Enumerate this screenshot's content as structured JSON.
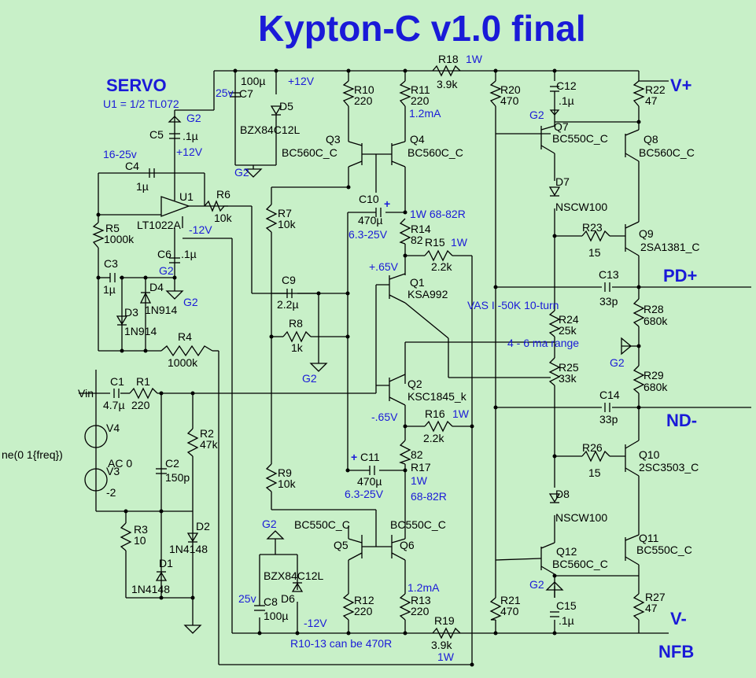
{
  "title": "Kypton-C v1.0 final",
  "servo": {
    "heading": "SERVO",
    "note": "U1 = 1/2 TL072"
  },
  "labels": {
    "r10": "R10",
    "r10v": "220",
    "r11": "R11",
    "r11v": "220",
    "r11i": "1.2mA",
    "r18": "R18",
    "r18w": "1W",
    "r18v": "3.9k",
    "r20": "R20",
    "r20v": "470",
    "c12": "C12",
    "c12v": ".1µ",
    "r22": "R22",
    "r22v": "47",
    "vplus": "V+",
    "c7v": "100µ",
    "c7": "C7",
    "c7tag": "25v",
    "plus12a": "+12V",
    "d5": "D5",
    "d5v": "BZX84C12L",
    "g2": "G2",
    "c5": "C5",
    "c5v": ".1µ",
    "plus12b": "+12V",
    "q3": "Q3",
    "q3v": "BC560C_C",
    "q4": "Q4",
    "q4v": "BC560C_C",
    "q7": "Q7",
    "q7v": "BC550C_C",
    "q8": "Q8",
    "q8v": "BC560C_C",
    "tag1625": "16-25v",
    "c4": "C4",
    "c4v": "1µ",
    "u1": "U1",
    "u1v": "LT1022A",
    "r6": "R6",
    "r6v": "10k",
    "minus12": "-12V",
    "r5": "R5",
    "r5v": "1000k",
    "r7": "R7",
    "r7v": "10k",
    "c10": "C10",
    "c10v": "470µ",
    "c10tag": "6.3-25V",
    "plus": "+",
    "r14": "R14",
    "r14v": "82",
    "r14w": "1W  68-82R",
    "r15": "R15",
    "r15w": "1W",
    "r15v": "2.2k",
    "d7": "D7",
    "d7v": "NSCW100",
    "r23": "R23",
    "r23v": "15",
    "q9": "Q9",
    "q9v": "2SA1381_C",
    "c6": "C6",
    "c6v": ".1µ",
    "c3": "C3",
    "c3v": "1µ",
    "d4": "D4",
    "d4v": "1N914",
    "d3": "D3",
    "d3v": "1N914",
    "c9": "C9",
    "c9v": "2.2µ",
    "r8": "R8",
    "r8v": "1k",
    "q1": "Q1",
    "q1v": "KSA992",
    "plus65": "+.65V",
    "c13": "C13",
    "c13v": "33p",
    "pd": "PD+",
    "vas": "VAS I -50K 10-turn",
    "r24": "R24",
    "r24v": "25k",
    "range": "4 - 6 ma range",
    "r28": "R28",
    "r28v": "680k",
    "r4": "R4",
    "r4v": "1000k",
    "r25": "R25",
    "r25v": "33k",
    "r29": "R29",
    "r29v": "680k",
    "vin": "Vin",
    "c1": "C1",
    "c1v": "4.7µ",
    "r1": "R1",
    "r1v": "220",
    "q2": "Q2",
    "q2v": "KSC1845_k",
    "minus65": "-.65V",
    "c14": "C14",
    "c14v": "33p",
    "nd": "ND-",
    "r16": "R16",
    "r16w": "1W",
    "r16v": "2.2k",
    "r2": "R2",
    "r2v": "47k",
    "v4": "V4",
    "v3": "V3",
    "acv": "AC 0",
    "v3v": "-2",
    "sinev": "ne(0 1{freq})",
    "c2": "C2",
    "c2v": "150p",
    "r17v": "82",
    "c11": "C11",
    "c11v": "470µ",
    "c11tag": "6.3-25V",
    "c11plus": "+",
    "r17": "R17",
    "r17w": "1W",
    "r17r": "68-82R",
    "r26": "R26",
    "r26v": "15",
    "q10": "Q10",
    "q10v": "2SC3503_C",
    "r9": "R9",
    "r9v": "10k",
    "d8": "D8",
    "d8v": "NSCW100",
    "q5v": "BC550C_C",
    "q6v": "BC550C_C",
    "q5": "Q5",
    "q6": "Q6",
    "q11": "Q11",
    "q11v": "BC550C_C",
    "r3": "R3",
    "r3v": "10",
    "d2": "D2",
    "d2v": "1N4148",
    "d1": "D1",
    "d1v": "1N4148",
    "q12": "Q12",
    "q12v": "BC560C_C",
    "d6": "D6",
    "d6v": "BZX84C12L",
    "c8": "C8",
    "c8v": "100µ",
    "c8tag": "25v",
    "r12": "R12",
    "r12v": "220",
    "r13": "R13",
    "r13v": "220",
    "r13i": "1.2mA",
    "r21": "R21",
    "r21v": "470",
    "c15": "C15",
    "c15v": ".1µ",
    "r27": "R27",
    "r27v": "47",
    "vminus": "V-",
    "minus12b": "-12V",
    "r19": "R19",
    "r19v": "3.9k",
    "r19w": "1W",
    "note1013": "R10-13 can be 470R",
    "nfb": "NFB"
  }
}
